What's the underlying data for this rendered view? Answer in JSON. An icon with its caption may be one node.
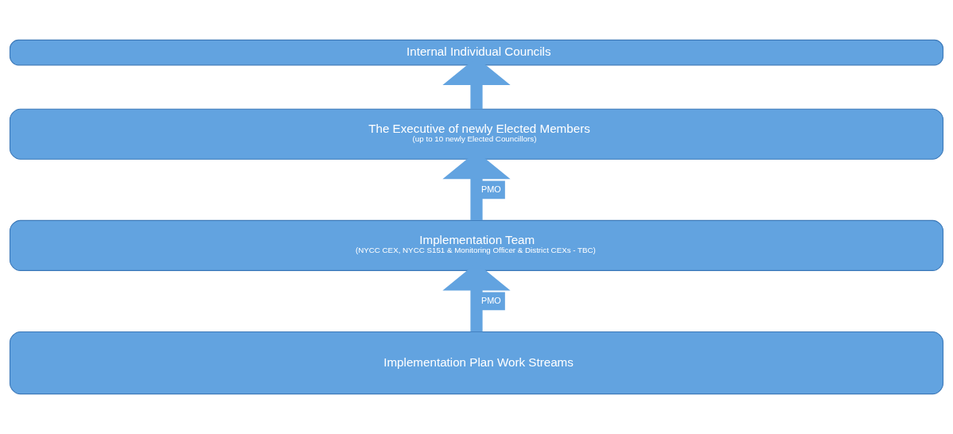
{
  "diagram": {
    "nodes": [
      {
        "text": [
          "Internal Individual Councils"
        ]
      },
      {
        "text": [
          "The Executive of newly Elected Members",
          "(up to 10 newly Elected Councillors)"
        ]
      },
      {
        "text": [
          "Implementation Team",
          "(NYCC CEX, NYCC S151 & Monitoring Officer & District CEXs - TBC)"
        ]
      },
      {
        "text": [
          "Implementation Plan Work Streams"
        ]
      }
    ],
    "edges": [
      {
        "from": 1,
        "to": 0,
        "arrow": "to"
      },
      {
        "from": 2,
        "to": 1,
        "arrow": "to",
        "label": "PMO"
      },
      {
        "from": 3,
        "to": 2,
        "arrow": "to",
        "label": "PMO"
      }
    ]
  }
}
